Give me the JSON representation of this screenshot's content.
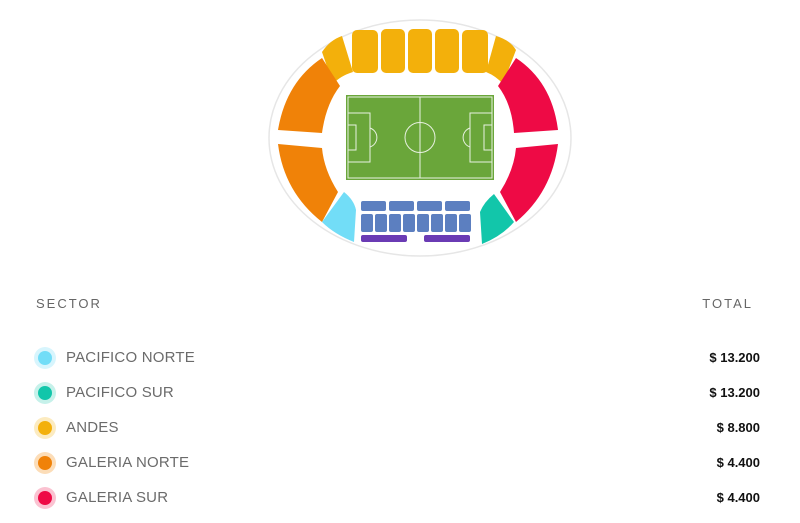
{
  "colors": {
    "pacifico_norte": "#72DDF7",
    "pacifico_sur": "#12C6AA",
    "andes": "#F3B00B",
    "galeria_norte": "#F08208",
    "galeria_sur": "#EE0A45",
    "tribuna_central": "#5C7FC0",
    "palco": "#6A3BB4",
    "pitch": "#6AA63A"
  },
  "table": {
    "header_sector": "SECTOR",
    "header_total": "TOTAL"
  },
  "sectors": [
    {
      "name": "PACIFICO NORTE",
      "total": "$ 13.200",
      "color": "#72DDF7",
      "halo": "#D7F5FD"
    },
    {
      "name": "PACIFICO SUR",
      "total": "$ 13.200",
      "color": "#12C6AA",
      "halo": "#C6F1EA"
    },
    {
      "name": "ANDES",
      "total": "$ 8.800",
      "color": "#F3B00B",
      "halo": "#FCEBC0"
    },
    {
      "name": "GALERIA NORTE",
      "total": "$ 4.400",
      "color": "#F08208",
      "halo": "#FCDDB8"
    },
    {
      "name": "GALERIA SUR",
      "total": "$ 4.400",
      "color": "#EE0A45",
      "halo": "#FBC2D1"
    }
  ]
}
